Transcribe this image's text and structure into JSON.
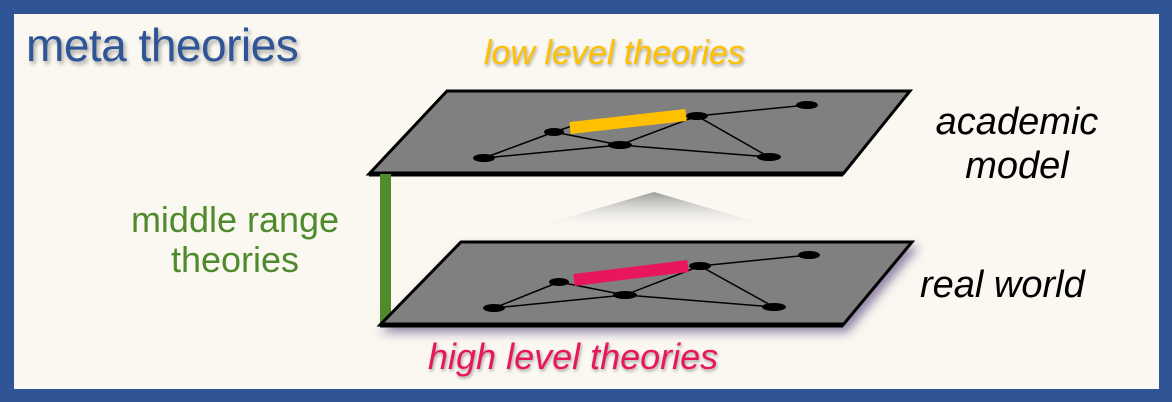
{
  "title": "meta theories",
  "low_level_label": "low level theories",
  "high_level_label": "high level theories",
  "middle_range_label": {
    "line1": "middle range",
    "line2": "theories"
  },
  "academic_model_label": {
    "line1": "academic",
    "line2": "model"
  },
  "real_world_label": "real world",
  "colors": {
    "frame": "#2f5597",
    "background": "#fbf8f1",
    "plane": "#808080",
    "low_level_accent": "#ffc000",
    "high_level_accent": "#e8175d",
    "middle_range_accent": "#4f8a2c"
  }
}
